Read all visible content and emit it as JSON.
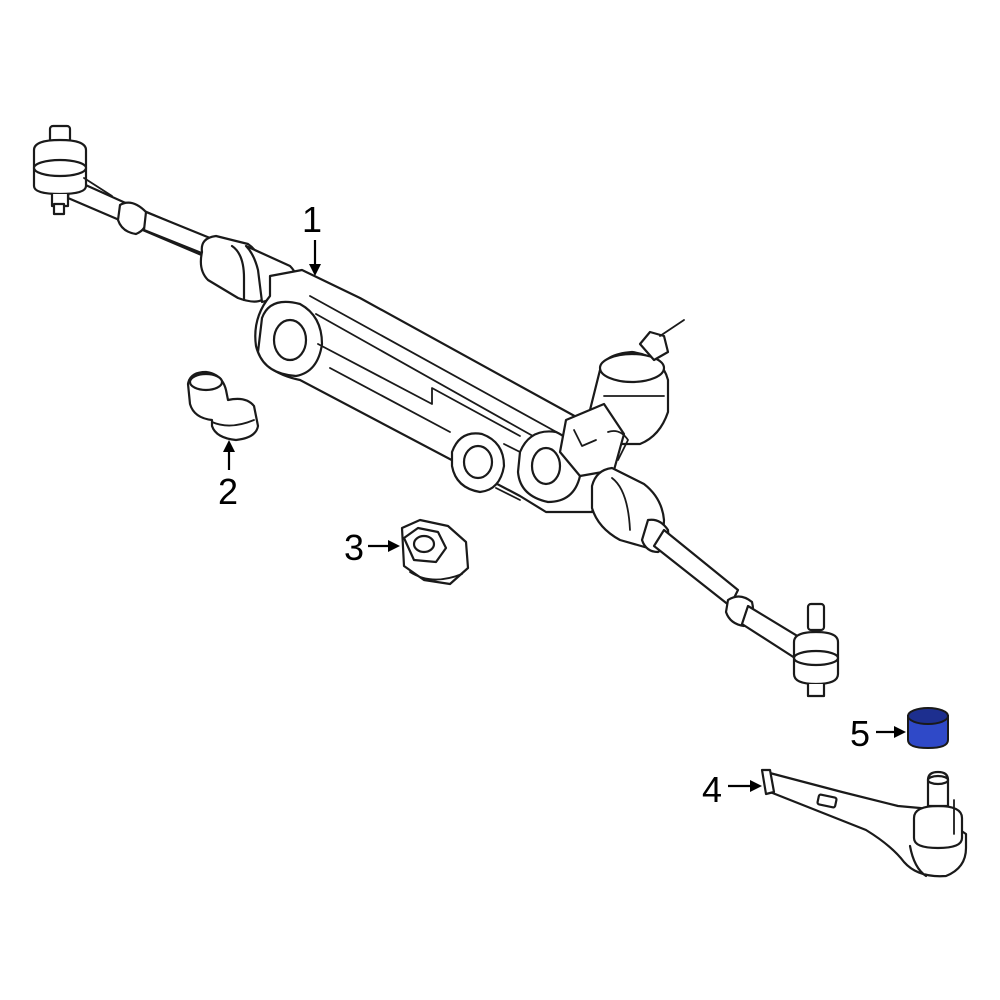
{
  "colors": {
    "line": "#1a1a1a",
    "background": "#ffffff",
    "highlight": "#2f49c8",
    "highlight_dark": "#1d2f8f"
  },
  "callouts": [
    {
      "id": "1",
      "label": "1"
    },
    {
      "id": "2",
      "label": "2"
    },
    {
      "id": "3",
      "label": "3"
    },
    {
      "id": "4",
      "label": "4"
    },
    {
      "id": "5",
      "label": "5"
    }
  ],
  "highlighted_part": "5"
}
